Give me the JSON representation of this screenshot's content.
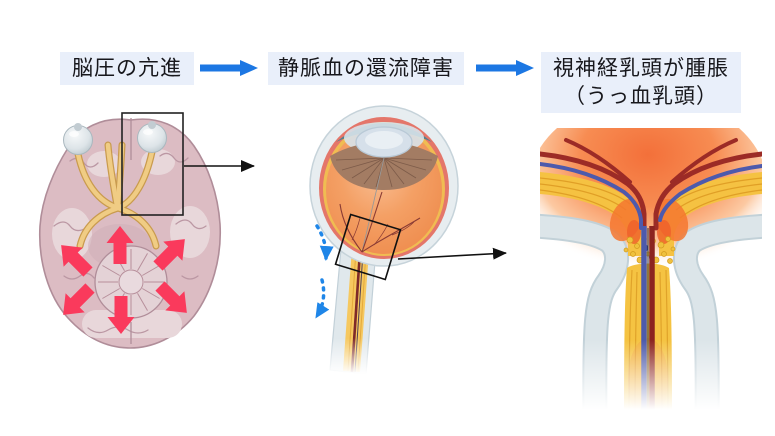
{
  "flow": {
    "steps": [
      {
        "label": "脳圧の亢進"
      },
      {
        "label": "静脈血の還流障害"
      },
      {
        "label_line1": "視神経乳頭が腫脹",
        "label_line2": "（うっ血乳頭）"
      }
    ]
  },
  "icons": {
    "flow_arrow": "thick-right-arrow",
    "callout_arrow": "thin-black-right-arrow",
    "pressure_arrows": "outward-radiating-red-arrows",
    "venous_return_arrows": "dashed-curved-blue-down-arrows"
  },
  "colors": {
    "label_background": "#e9effa",
    "label_text": "#17171c",
    "flow_arrow": "#1c77e3",
    "callout_line": "#111111",
    "pressure_arrows": "#fa3a5c",
    "venous_arrows": "#1f86e8",
    "brain_cortex": "#dcbcc3",
    "optic_nerve_yellow": "#f2c35a",
    "vitreous_orange": "#ee8a4b",
    "sclera_gray": "#e7edf0",
    "cornea_teal": "#51808f",
    "choroid_pink": "#e4766a",
    "nerve_sheath_gray": "#dce5e9",
    "artery_red": "#8c2420",
    "vein_blue": "#4d5aac"
  }
}
